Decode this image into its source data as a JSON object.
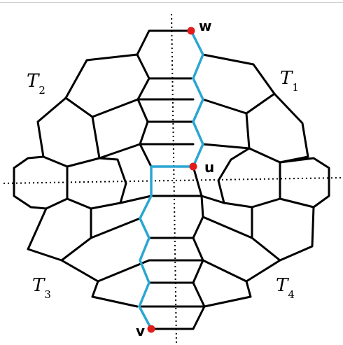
{
  "diagram": {
    "vertex_labels": {
      "w": "w",
      "u": "u",
      "v": "v"
    },
    "regions": [
      {
        "letter": "T",
        "sub": "1"
      },
      {
        "letter": "T",
        "sub": "2"
      },
      {
        "letter": "T",
        "sub": "3"
      },
      {
        "letter": "T",
        "sub": "4"
      }
    ],
    "colors": {
      "edges": "#000000",
      "highlight_path": "#2aa6d2",
      "marked_vertex": "#e21b1b"
    }
  }
}
